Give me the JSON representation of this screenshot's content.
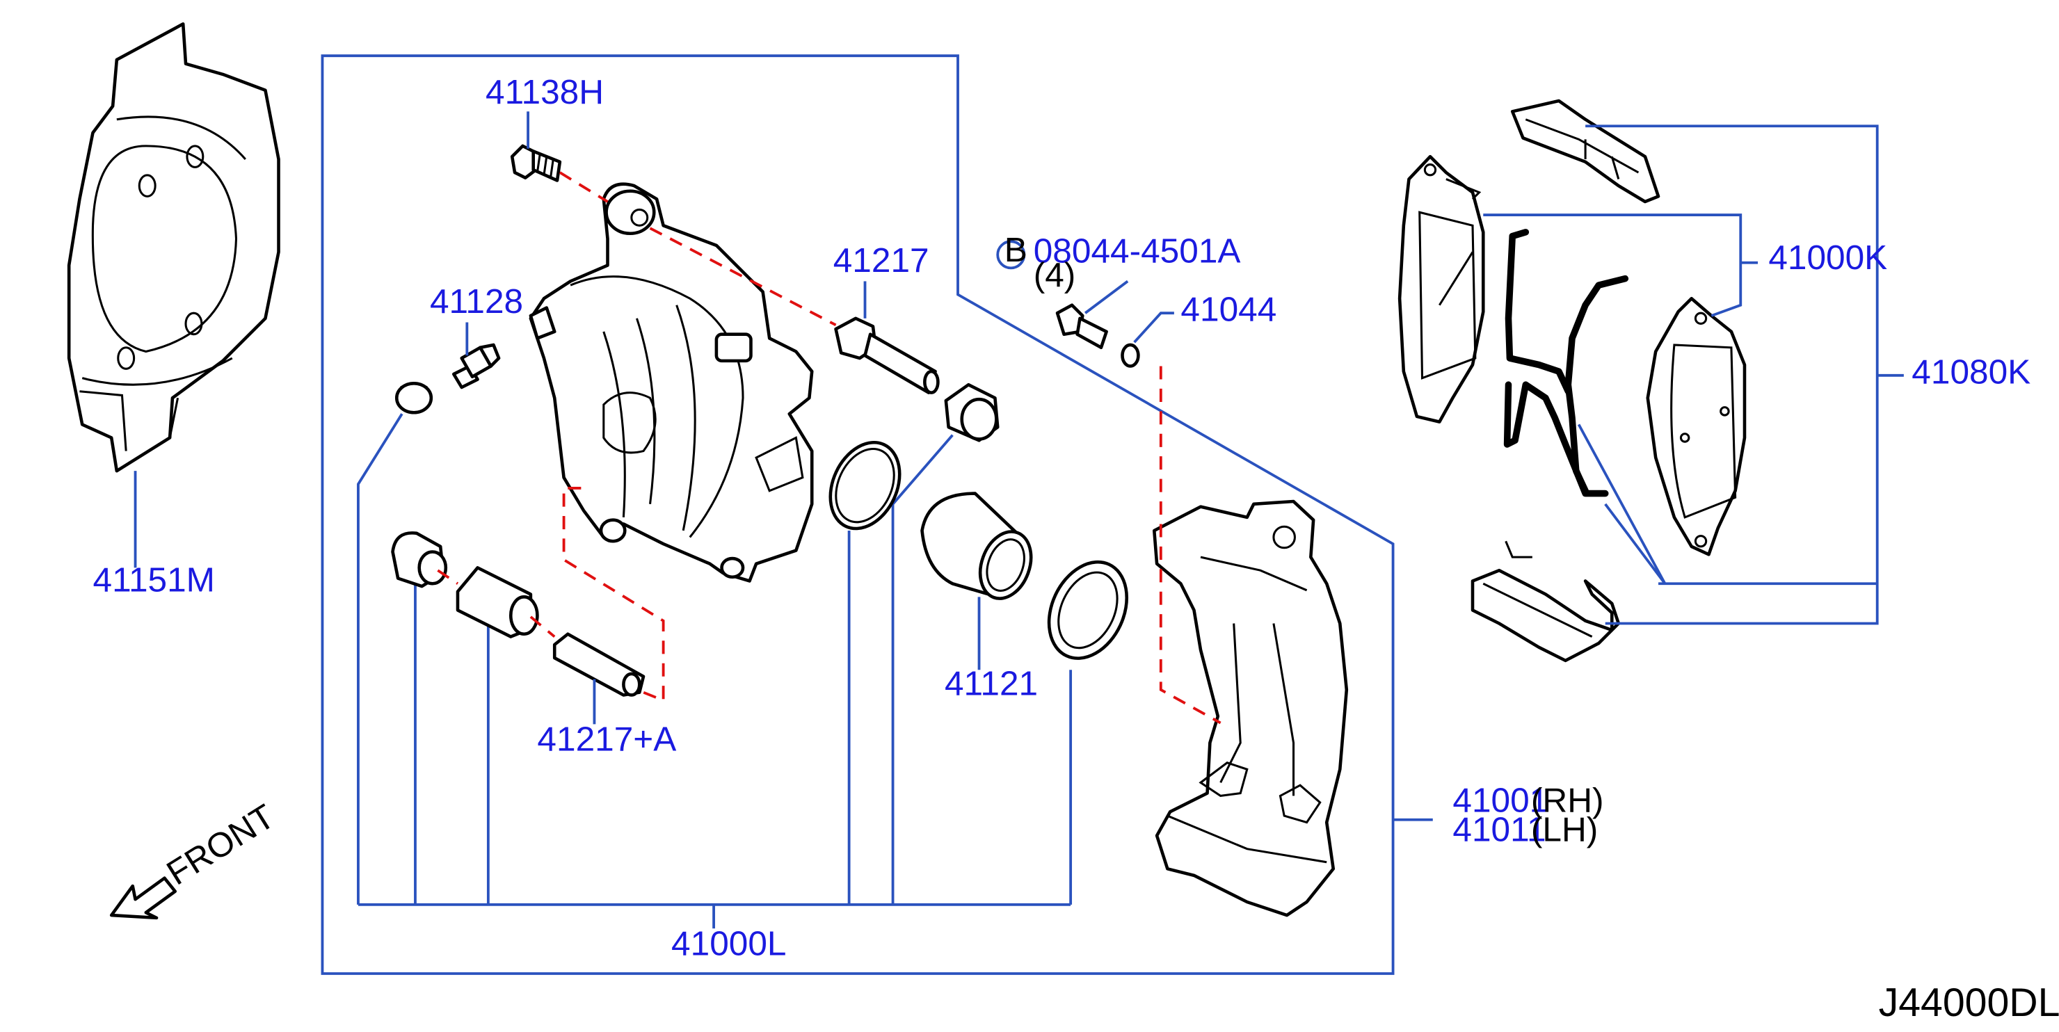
{
  "colors": {
    "label": "#1a1ae0",
    "leader": "#2a52be",
    "dashed": "#e01010",
    "outline": "#000000"
  },
  "labels": {
    "p41138H": "41138H",
    "p41128": "41128",
    "p41217": "41217",
    "p41217A": "41217+A",
    "p41121": "41121",
    "p41000L": "41000L",
    "p41151M": "41151M",
    "p08044": "08044-4501A",
    "p08044_qty": "(4)",
    "p08044_badge": "B",
    "p41044": "41044",
    "p41001": "41001",
    "p41001_side": "(RH)",
    "p41011": "41011",
    "p41011_side": "(LH)",
    "p41000K": "41000K",
    "p41080K": "41080K"
  },
  "front": "FRONT",
  "diagram_code": "J44000DL"
}
